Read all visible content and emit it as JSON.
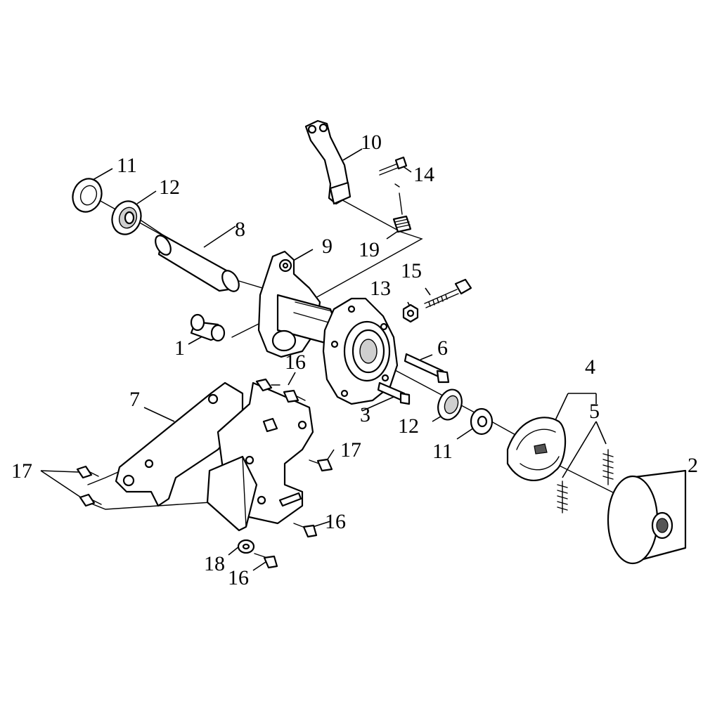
{
  "callouts": {
    "c1": "1",
    "c2": "2",
    "c3": "3",
    "c4": "4",
    "c5": "5",
    "c6": "6",
    "c7": "7",
    "c8": "8",
    "c9": "9",
    "c10": "10",
    "c11a": "11",
    "c11b": "11",
    "c12a": "12",
    "c12b": "12",
    "c13": "13",
    "c14": "14",
    "c15": "15",
    "c16a": "16",
    "c16b": "16",
    "c16c": "16",
    "c17a": "17",
    "c17b": "17",
    "c18": "18",
    "c19": "19"
  }
}
